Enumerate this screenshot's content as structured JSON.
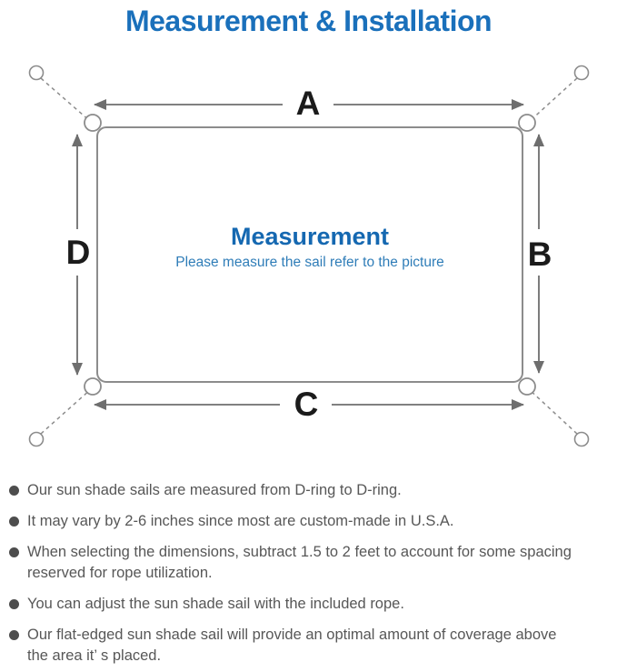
{
  "title": "Measurement & Installation",
  "diagram": {
    "labels": {
      "top": "A",
      "right": "B",
      "bottom": "C",
      "left": "D"
    },
    "center_title": "Measurement",
    "center_subtitle": "Please measure the sail refer to the picture"
  },
  "notes": [
    "Our sun shade sails are measured from D-ring to D-ring.",
    "It may vary by 2-6 inches since most are custom-made in U.S.A.",
    "When selecting the dimensions, subtract 1.5 to 2 feet to account for some spacing\nreserved for rope utilization.",
    "You can adjust the sun shade sail with the included rope.",
    "Our flat-edged sun shade sail will provide an optimal amount of coverage above\nthe area it’ s placed."
  ],
  "colors": {
    "title_blue": "#1a70bb",
    "center_title_blue": "#1568b1",
    "subtitle_blue": "#2f7db8",
    "dimension_label_black": "#1b1b1b",
    "outline_gray": "#8c8c8c",
    "arrow_gray": "#6e6e6e",
    "note_text_gray": "#575757",
    "bullet_gray": "#4d4d4d"
  }
}
